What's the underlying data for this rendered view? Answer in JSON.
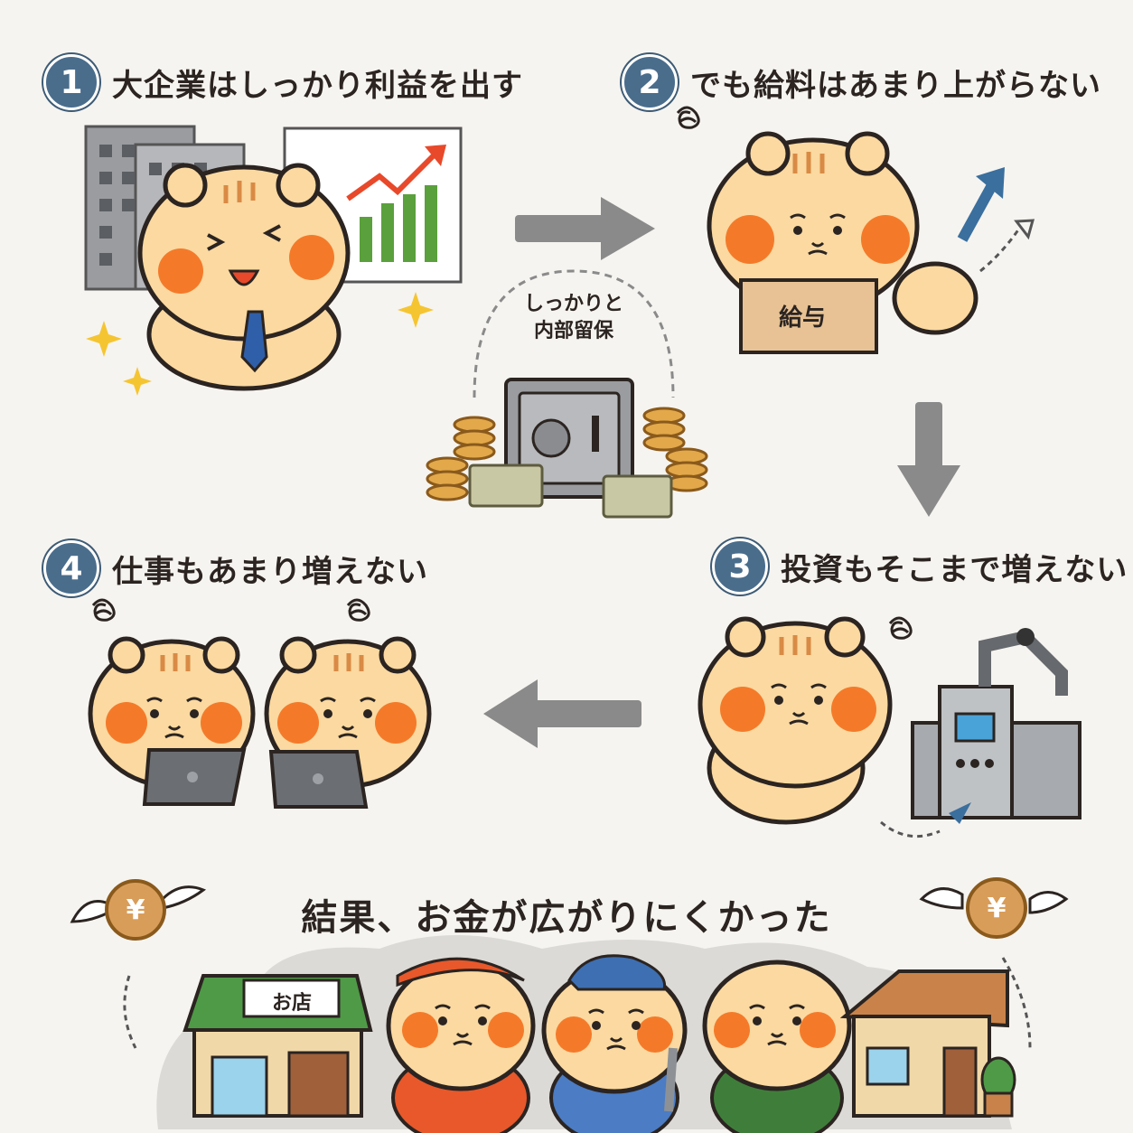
{
  "steps": [
    {
      "number": "1",
      "title": "大企業はしっかり利益を出す"
    },
    {
      "number": "2",
      "title": "でも給料はあまり上がらない"
    },
    {
      "number": "3",
      "title": "投資もそこまで増えない"
    },
    {
      "number": "4",
      "title": "仕事もあまり増えない"
    }
  ],
  "safe_label_line1": "しっかりと",
  "safe_label_line2": "内部留保",
  "salary_sign": "給与",
  "shop_sign": "お店",
  "result_title": "結果、お金が広がりにくかった",
  "coin_symbol": "¥",
  "colors": {
    "badge": "#4a6d8c",
    "squirrel_fur": "#fbd9a0",
    "cheek": "#f47a2a",
    "arrow": "#8a8a8a",
    "trend_up": "#e8492a",
    "bar_green": "#5aa03c"
  }
}
